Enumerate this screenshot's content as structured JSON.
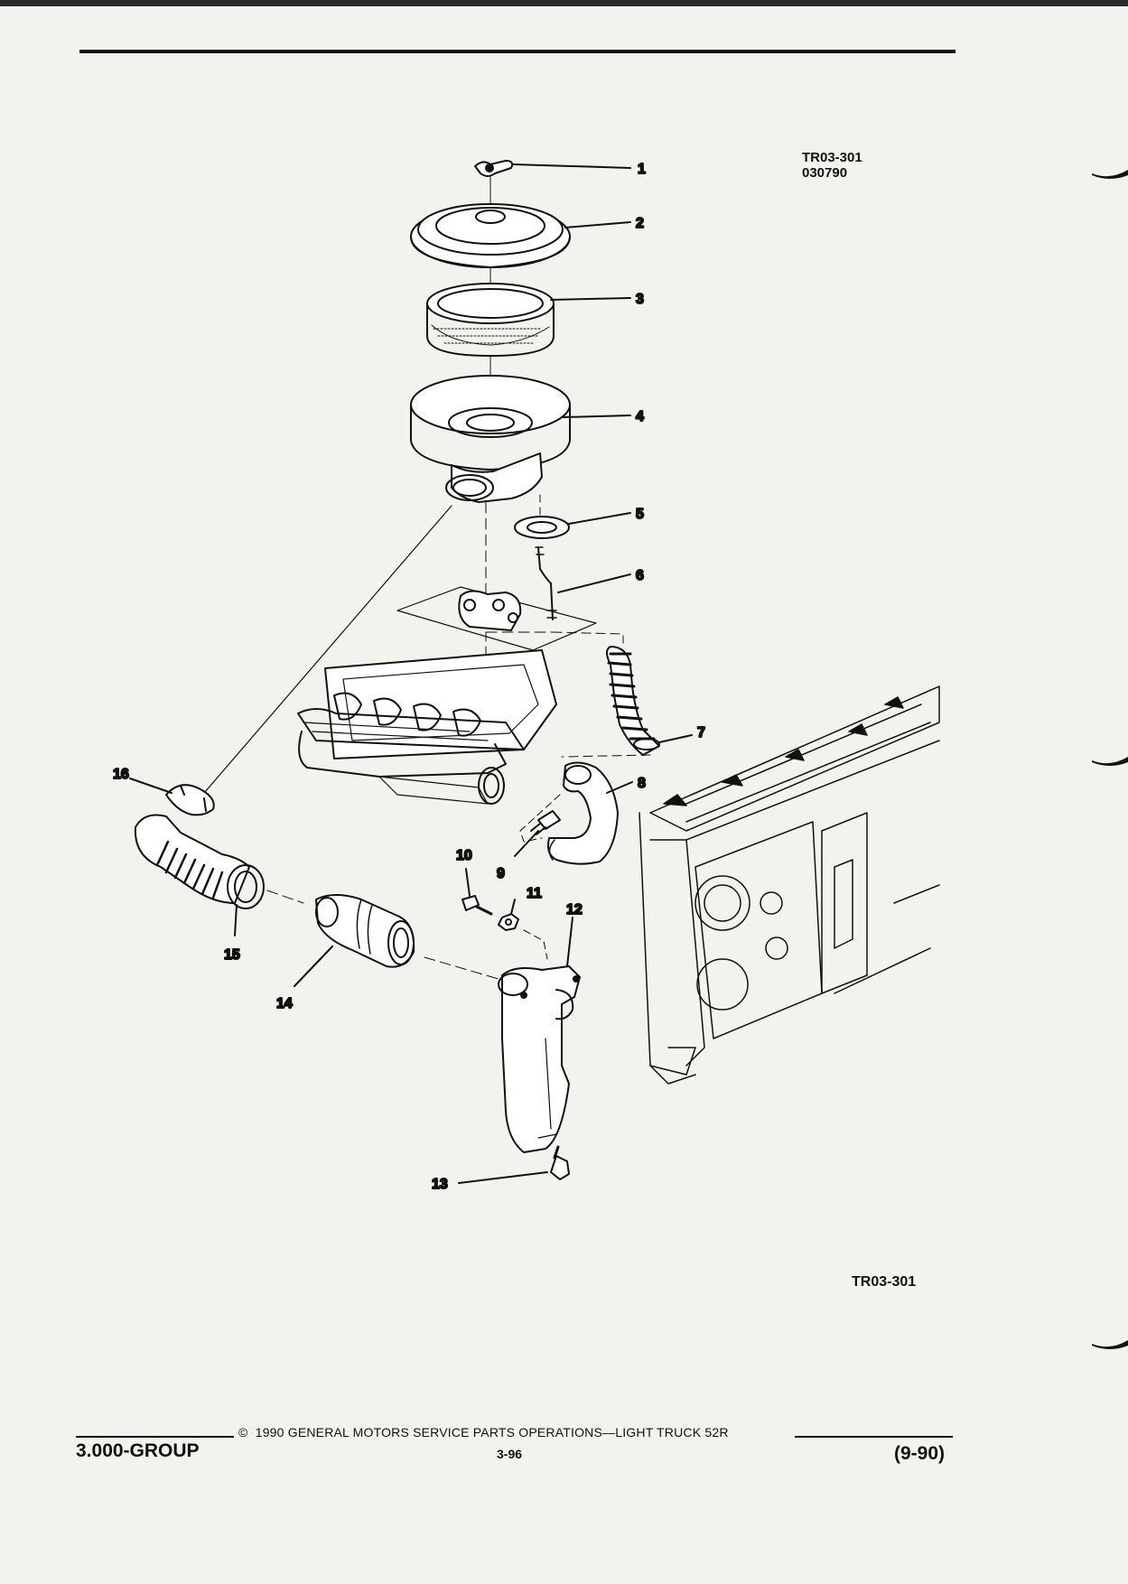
{
  "header": {
    "figure_id": "TR03-301",
    "figure_date": "030790"
  },
  "callouts": [
    "1",
    "2",
    "3",
    "4",
    "5",
    "6",
    "7",
    "8",
    "9",
    "10",
    "11",
    "12",
    "13",
    "14",
    "15",
    "16"
  ],
  "figure_footer_id": "TR03-301",
  "footer": {
    "copyright_symbol": "©",
    "copyright_text": "1990  GENERAL MOTORS SERVICE PARTS OPERATIONS—LIGHT TRUCK 52R",
    "page_number": "3-96",
    "group": "3.000-GROUP",
    "revision": "(9-90)"
  }
}
